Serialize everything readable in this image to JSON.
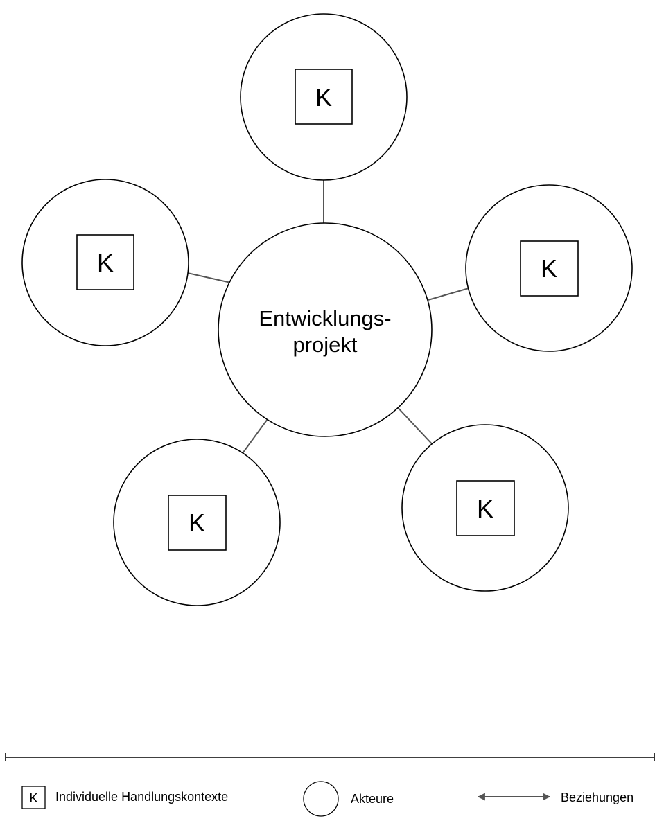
{
  "diagram": {
    "center": {
      "line1": "Entwicklungs-",
      "line2": "projekt"
    },
    "actors": [
      {
        "id": "top",
        "label": "K"
      },
      {
        "id": "left",
        "label": "K"
      },
      {
        "id": "right",
        "label": "K"
      },
      {
        "id": "bottom-left",
        "label": "K"
      },
      {
        "id": "bottom-right",
        "label": "K"
      }
    ]
  },
  "legend": {
    "context_symbol": "K",
    "context_label": "Individuelle Handlungskontexte",
    "actor_label": "Akteure",
    "relation_label": "Beziehungen"
  },
  "colors": {
    "stroke": "#000000",
    "arrow": "#555555",
    "background": "#ffffff"
  }
}
